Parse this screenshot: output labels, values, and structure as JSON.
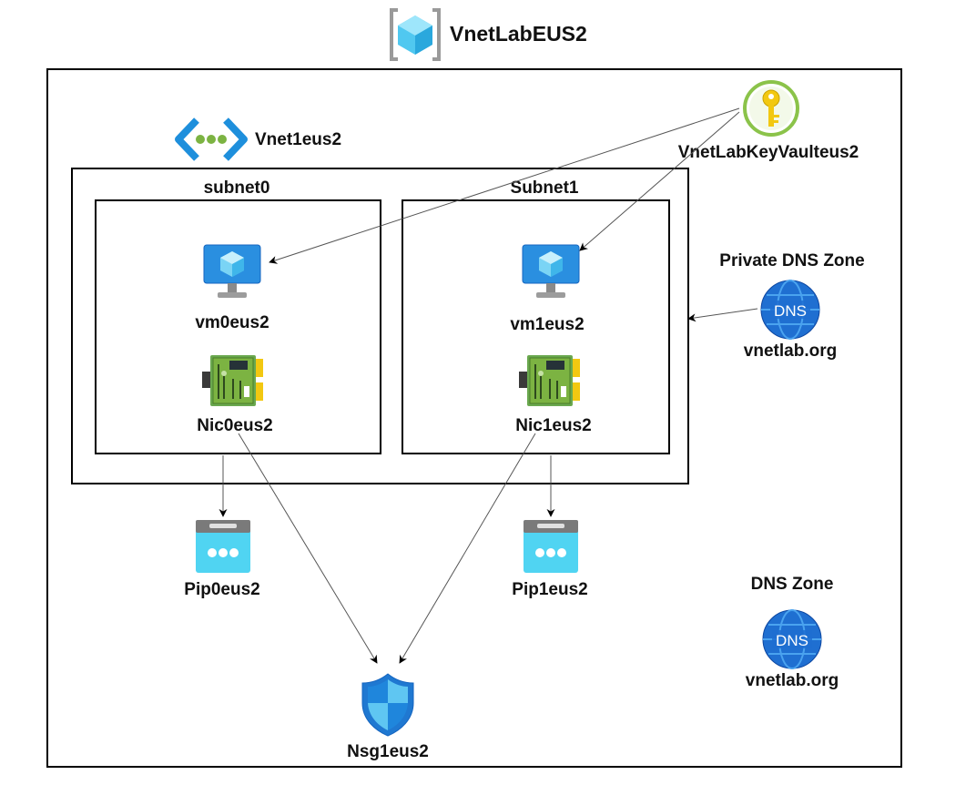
{
  "resource_group": {
    "name": "VnetLabEUS2",
    "icon": "resource-group-icon"
  },
  "vnet": {
    "name": "Vnet1eus2",
    "icon": "virtual-network-icon"
  },
  "subnets": [
    {
      "name": "subnet0",
      "vm": {
        "name": "vm0eus2",
        "icon": "virtual-machine-icon"
      },
      "nic": {
        "name": "Nic0eus2",
        "icon": "network-interface-icon"
      }
    },
    {
      "name": "Subnet1",
      "vm": {
        "name": "vm1eus2",
        "icon": "virtual-machine-icon"
      },
      "nic": {
        "name": "Nic1eus2",
        "icon": "network-interface-icon"
      }
    }
  ],
  "public_ips": [
    {
      "name": "Pip0eus2",
      "icon": "public-ip-icon"
    },
    {
      "name": "Pip1eus2",
      "icon": "public-ip-icon"
    }
  ],
  "nsg": {
    "name": "Nsg1eus2",
    "icon": "network-security-group-icon"
  },
  "key_vault": {
    "name": "VnetLabKeyVaulteus2",
    "icon": "key-vault-icon"
  },
  "private_dns": {
    "heading": "Private DNS Zone",
    "name": "vnetlab.org",
    "icon_text": "DNS",
    "icon": "dns-zone-icon"
  },
  "public_dns": {
    "heading": "DNS Zone",
    "name": "vnetlab.org",
    "icon_text": "DNS",
    "icon": "dns-zone-icon"
  },
  "colors": {
    "azure_blue": "#1e8fdc",
    "green": "#7cb342",
    "gold": "#f2c811",
    "outline": "#000000"
  }
}
